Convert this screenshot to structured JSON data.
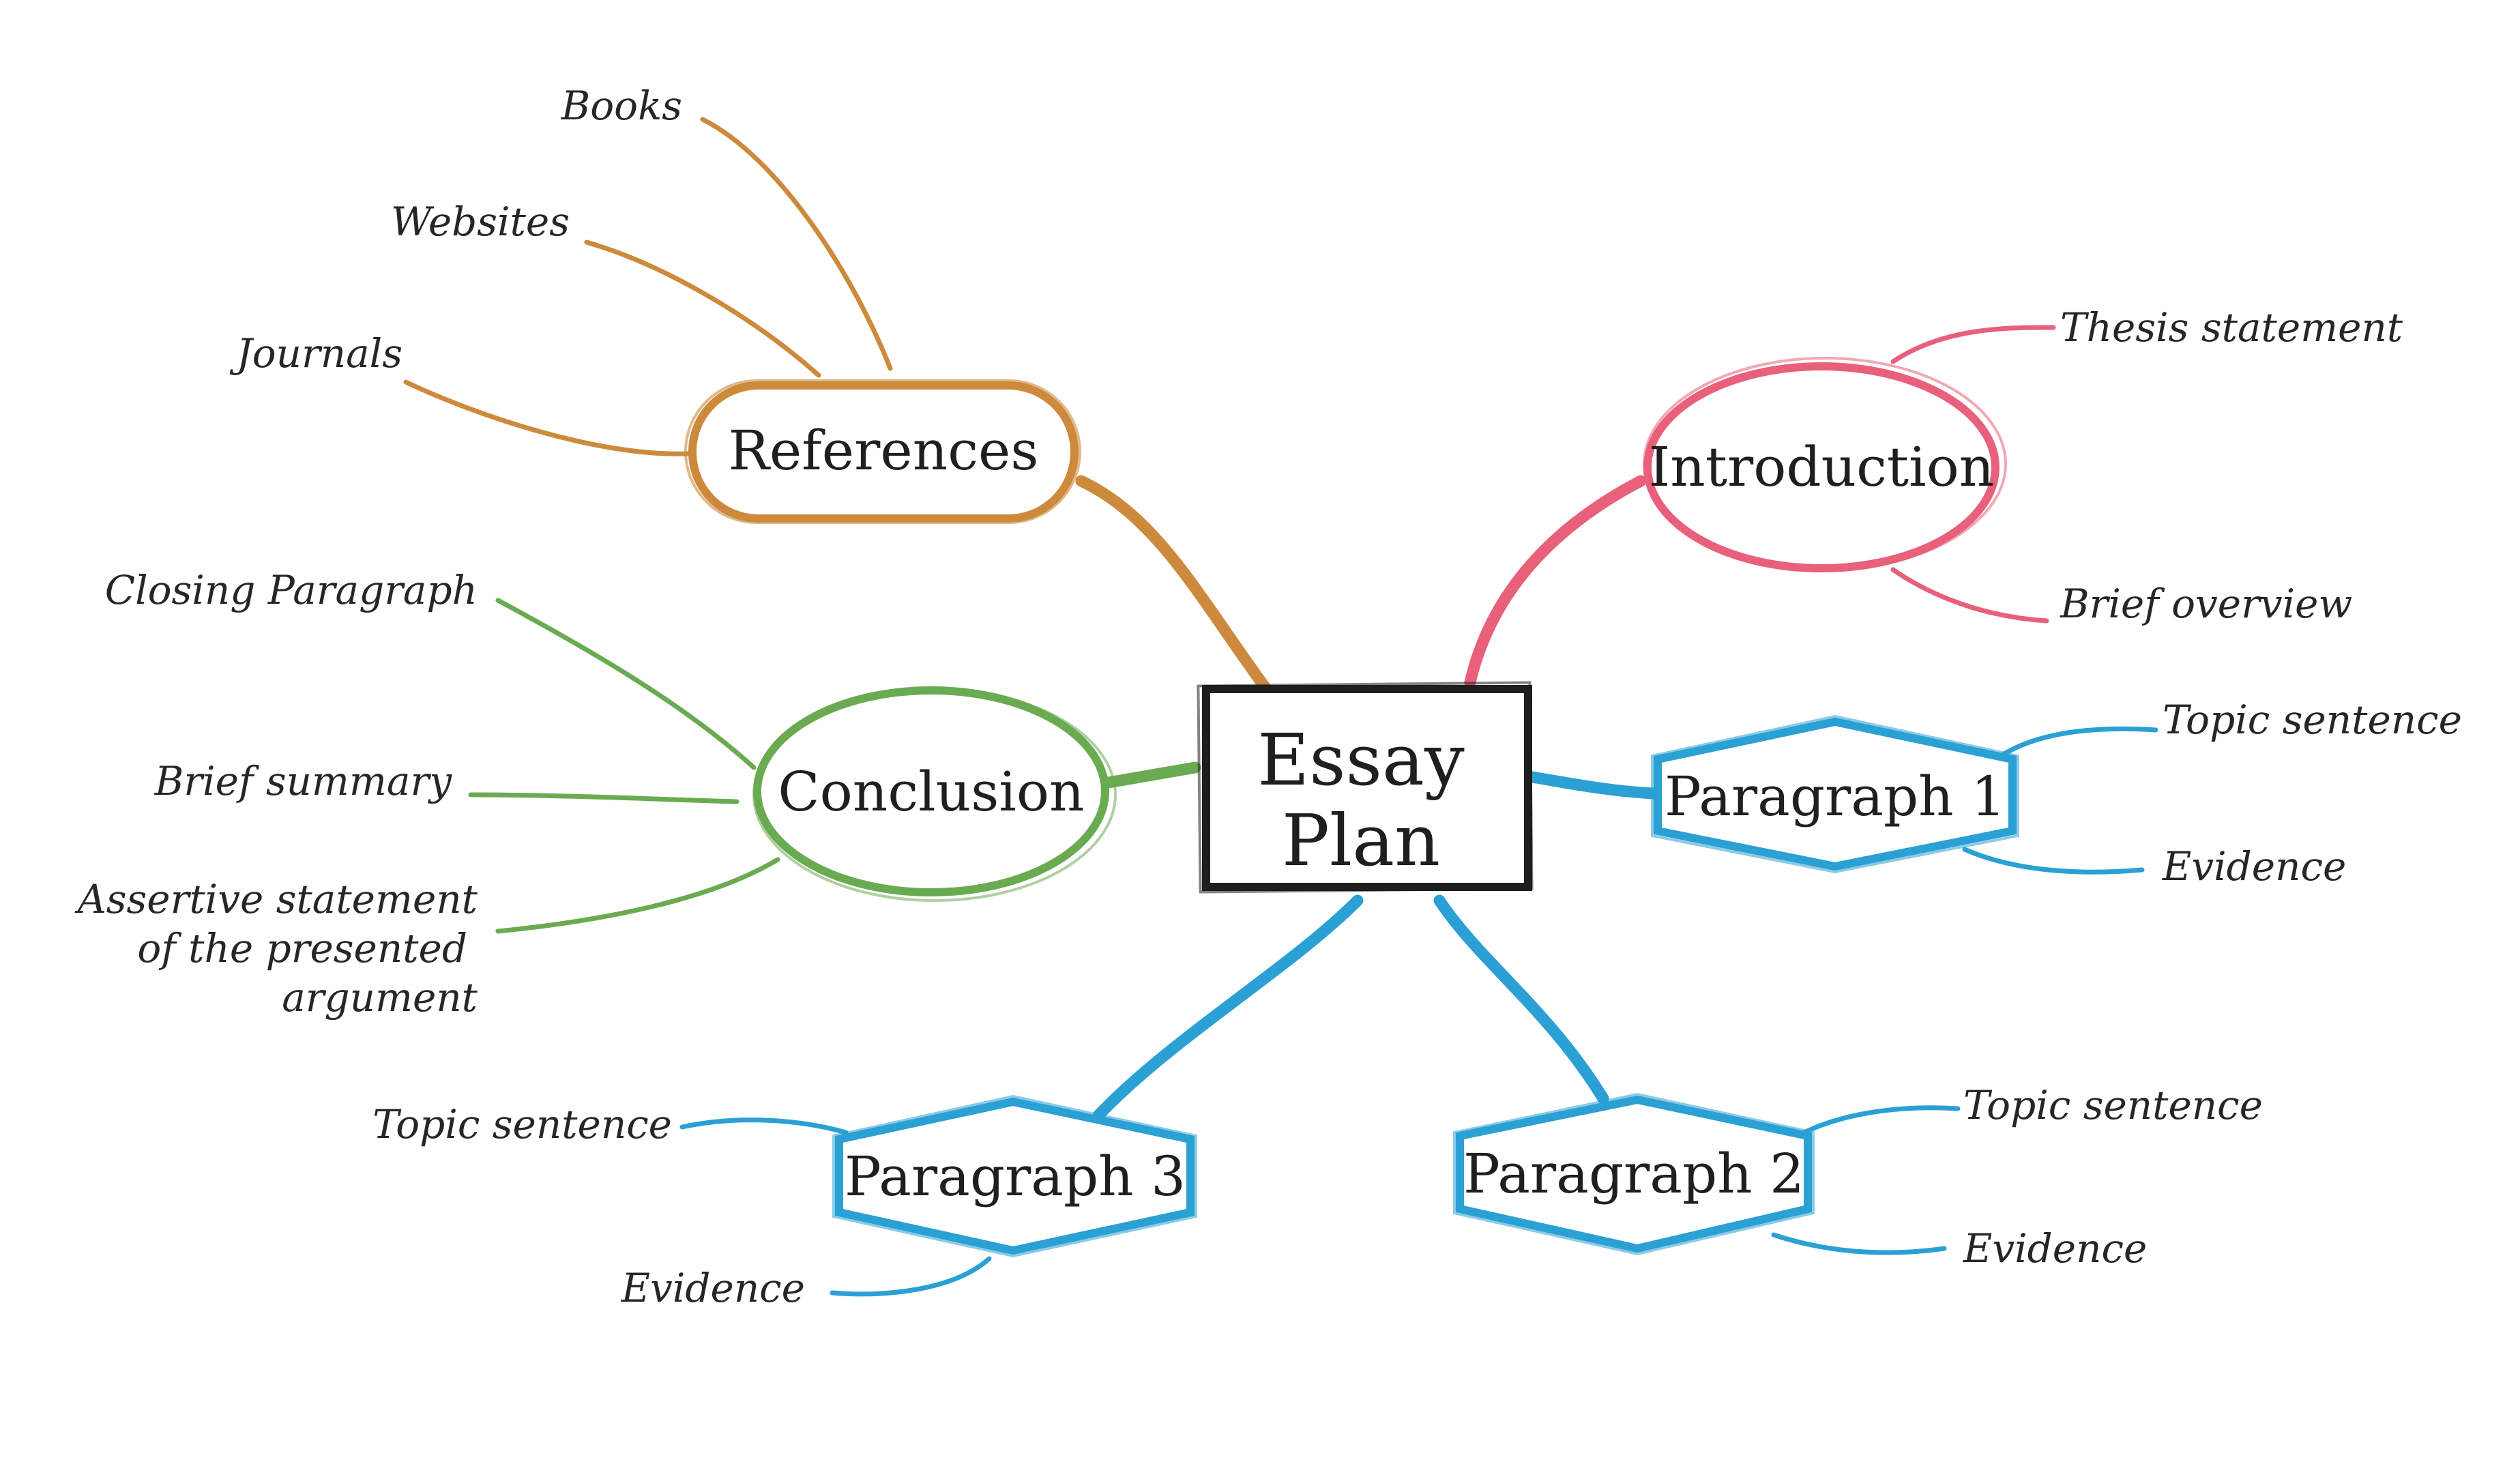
{
  "central": {
    "line1": "Essay",
    "line2": "Plan"
  },
  "colors": {
    "references": "#cd8a3c",
    "introduction": "#e8607a",
    "conclusion": "#6aab52",
    "paragraph": "#2aa0d4",
    "central": "#1e1e1e"
  },
  "branches": {
    "references": {
      "label": "References",
      "leaves": [
        "Books",
        "Websites",
        "Journals"
      ]
    },
    "introduction": {
      "label": "Introduction",
      "leaves": [
        "Thesis statement",
        "Brief overview"
      ]
    },
    "conclusion": {
      "label": "Conclusion",
      "leaves": [
        "Closing Paragraph",
        "Brief summary"
      ],
      "assertive": [
        "Assertive statement",
        "of the presented",
        "argument"
      ]
    },
    "paragraph1": {
      "label": "Paragraph 1",
      "leaves": [
        "Topic sentence",
        "Evidence"
      ]
    },
    "paragraph2": {
      "label": "Paragraph 2",
      "leaves": [
        "Topic sentence",
        "Evidence"
      ]
    },
    "paragraph3": {
      "label": "Paragraph 3",
      "leaves": [
        "Topic sentence",
        "Evidence"
      ]
    }
  }
}
